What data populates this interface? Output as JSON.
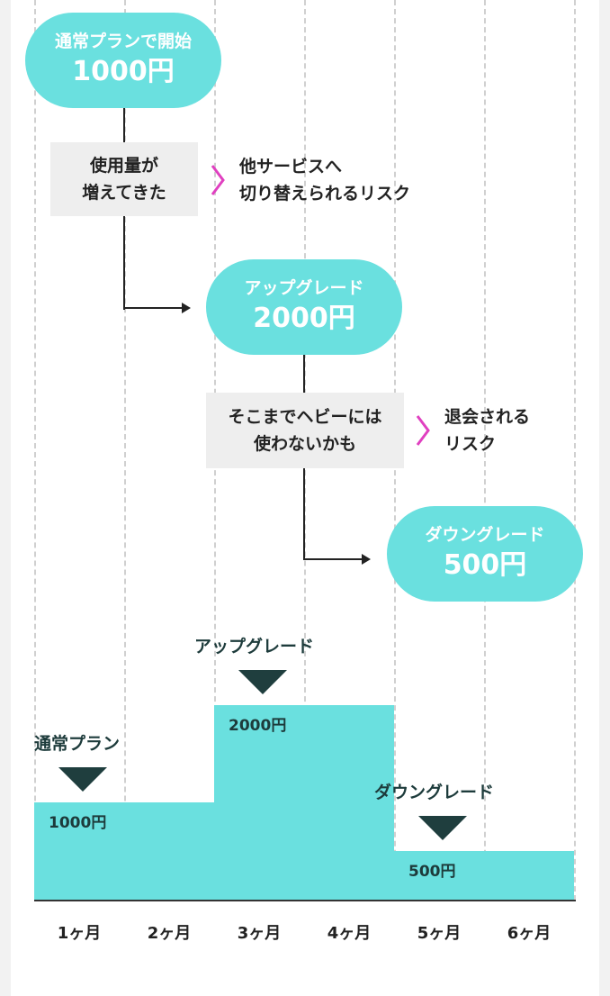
{
  "flow": {
    "start": {
      "sub": "通常プランで開始",
      "amount": "1000円"
    },
    "reason1": {
      "lines": [
        "使用量が",
        "増えてきた"
      ]
    },
    "risk1": {
      "lines": [
        "他サービスへ",
        "切り替えられるリスク"
      ]
    },
    "upgrade": {
      "sub": "アップグレード",
      "amount": "2000円"
    },
    "reason2": {
      "lines": [
        "そこまでヘビーには",
        "使わないかも"
      ]
    },
    "risk2": {
      "lines": [
        "退会される",
        "リスク"
      ]
    },
    "downgrade": {
      "sub": "ダウングレード",
      "amount": "500円"
    }
  },
  "colors": {
    "accent": "#6ae0df",
    "dark": "#1f3e3e",
    "chevron": "#e040c0",
    "grey_box": "#eeeeee"
  },
  "chart_data": {
    "type": "area",
    "x": [
      "1ヶ月",
      "2ヶ月",
      "3ヶ月",
      "4ヶ月",
      "5ヶ月",
      "6ヶ月"
    ],
    "values": [
      1000,
      1000,
      2000,
      2000,
      500,
      500
    ],
    "step": true,
    "value_labels": [
      "1000円",
      "2000円",
      "500円"
    ],
    "event_labels": [
      "通常プラン",
      "アップグレード",
      "ダウングレード"
    ],
    "grid": true
  }
}
